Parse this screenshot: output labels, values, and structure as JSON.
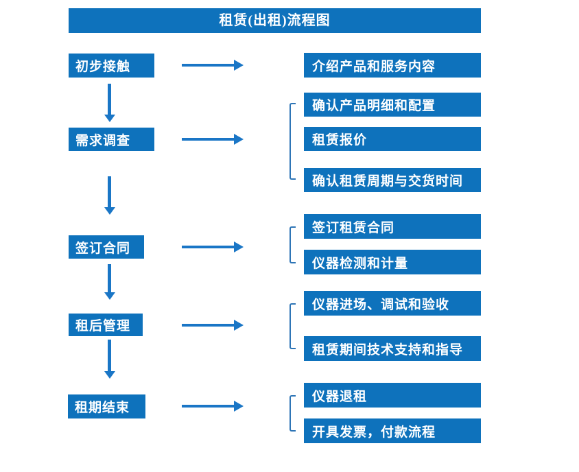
{
  "title": "租赁(出租)流程图",
  "colors": {
    "box_blue": "#0E72BC",
    "arrow_blue": "#1A76C6",
    "bracket_blue": "#2E75B6",
    "text_white": "#FFFFFF"
  },
  "stages": [
    {
      "label": "初步接触",
      "outputs": [
        "介绍产品和服务内容"
      ]
    },
    {
      "label": "需求调查",
      "outputs": [
        "确认产品明细和配置",
        "租赁报价",
        "确认租赁周期与交货时间"
      ]
    },
    {
      "label": "签订合同",
      "outputs": [
        "签订租赁合同",
        "仪器检测和计量"
      ]
    },
    {
      "label": "租后管理",
      "outputs": [
        "仪器进场、调试和验收",
        "租赁期间技术支持和指导"
      ]
    },
    {
      "label": "租期结束",
      "outputs": [
        "仪器退租",
        "开具发票，付款流程"
      ]
    }
  ]
}
